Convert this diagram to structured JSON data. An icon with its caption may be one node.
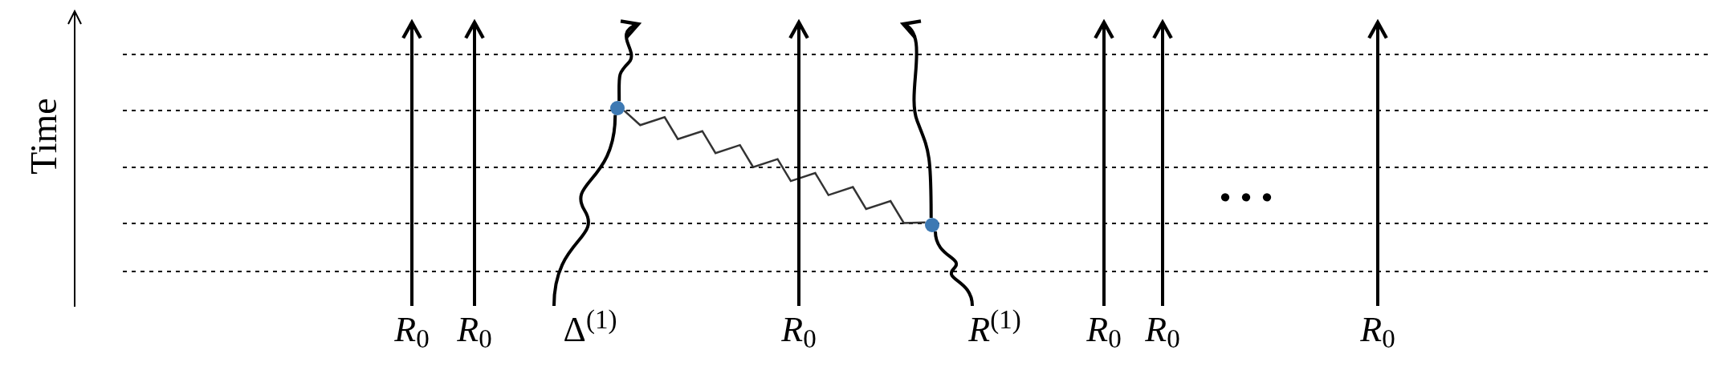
{
  "diagram": {
    "nodes": [
      {
        "text": [
          "*R*$_{0}$"
        ]
      },
      {
        "text": [
          "*R*$_{0}$"
        ]
      },
      {
        "text": [
          "Δ$^{(1)}$"
        ]
      },
      {
        "text": [
          "*R*$_{0}$"
        ]
      },
      {
        "text": [
          "*R*$^{(1)}$"
        ]
      },
      {
        "text": [
          "*R*$_{0}$"
        ]
      },
      {
        "text": [
          "*R*$_{0}$"
        ]
      },
      {
        "text": [
          "*R*$_{0}$"
        ]
      },
      {
        "text": [],
        "shape": "circle"
      },
      {
        "text": [],
        "shape": "circle"
      }
    ],
    "edges": [
      {
        "from": 0,
        "to": null,
        "arrow": "to"
      },
      {
        "from": 1,
        "to": null,
        "arrow": "to"
      },
      {
        "from": 2,
        "to": 8,
        "arrow": "none"
      },
      {
        "from": 8,
        "to": null,
        "arrow": "to"
      },
      {
        "from": 8,
        "to": 9,
        "arrow": "none"
      },
      {
        "from": 3,
        "to": null,
        "arrow": "to"
      },
      {
        "from": 4,
        "to": 9,
        "arrow": "none"
      },
      {
        "from": 9,
        "to": null,
        "arrow": "to"
      },
      {
        "from": 5,
        "to": null,
        "arrow": "to"
      },
      {
        "from": 6,
        "to": null,
        "arrow": "to"
      },
      {
        "from": 7,
        "to": null,
        "arrow": "to"
      }
    ],
    "labels": [
      "Time",
      "..."
    ]
  }
}
